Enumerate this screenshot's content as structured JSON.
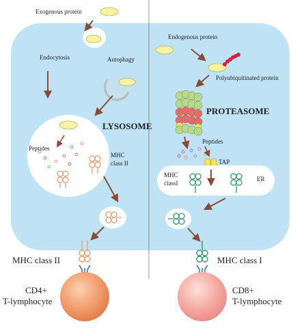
{
  "labels": {
    "exogenous_protein": "Exogenous protein",
    "endocytosis": "Endocytosis",
    "autophagy": "Autophagy",
    "lysosome": "LYSOSOME",
    "peptides_lysosome": "Peptides",
    "mhc_class_ii_inner_1": "MHC",
    "mhc_class_ii_inner_2": "class II",
    "endogenous_protein": "Endogenous protein",
    "polyubiquitinated_protein": "Polyubiquitinated protein",
    "proteasome": "PROTEASOME",
    "peptides_er": "Peptides",
    "tap": "TAP",
    "mhc_class_i_inner_1": "MHC",
    "mhc_class_i_inner_2": "classI",
    "er": "ER",
    "mhc_class_ii": "MHC class II",
    "mhc_class_i": "MHC class I",
    "cd4_line1": "CD4+",
    "cd4_line2": "T-lymphocyte",
    "cd8_line1": "CD8+",
    "cd8_line2": "T-lymphocyte"
  },
  "colors": {
    "cell_fill": "#bfe2f4",
    "vesicle_fill": "#ffffff",
    "protein_yellow": "#f7f3a0",
    "arrow_brown": "#8a4a38",
    "mhc_ii_orange": "#e8a070",
    "mhc_i_green": "#2e9a6a",
    "cd4_cell": "#f29a6a",
    "cd8_cell": "#f5a8a0",
    "tap_yellow": "#f5e45a",
    "proteasome_green": "#b8d98a",
    "proteasome_red": "#e86a6a",
    "ubiquitin_red": "#d8203a",
    "receptor_blue": "#3a78c0"
  }
}
